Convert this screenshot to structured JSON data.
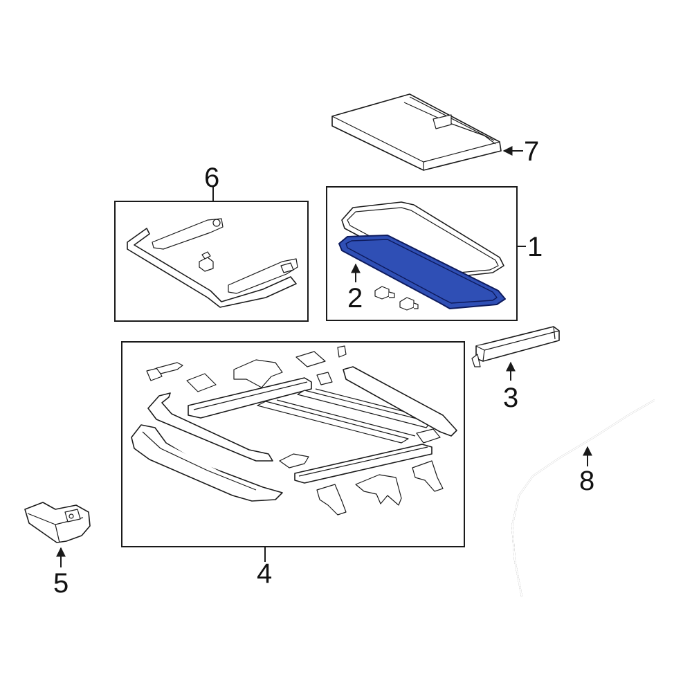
{
  "colors": {
    "highlight": "#2f4fb5",
    "highlight_stroke": "#0d1a5c",
    "line": "#1a1a1a",
    "background": "#ffffff"
  },
  "callouts": {
    "c1": "1",
    "c2": "2",
    "c3": "3",
    "c4": "4",
    "c5": "5",
    "c6": "6",
    "c7": "7",
    "c8": "8"
  }
}
